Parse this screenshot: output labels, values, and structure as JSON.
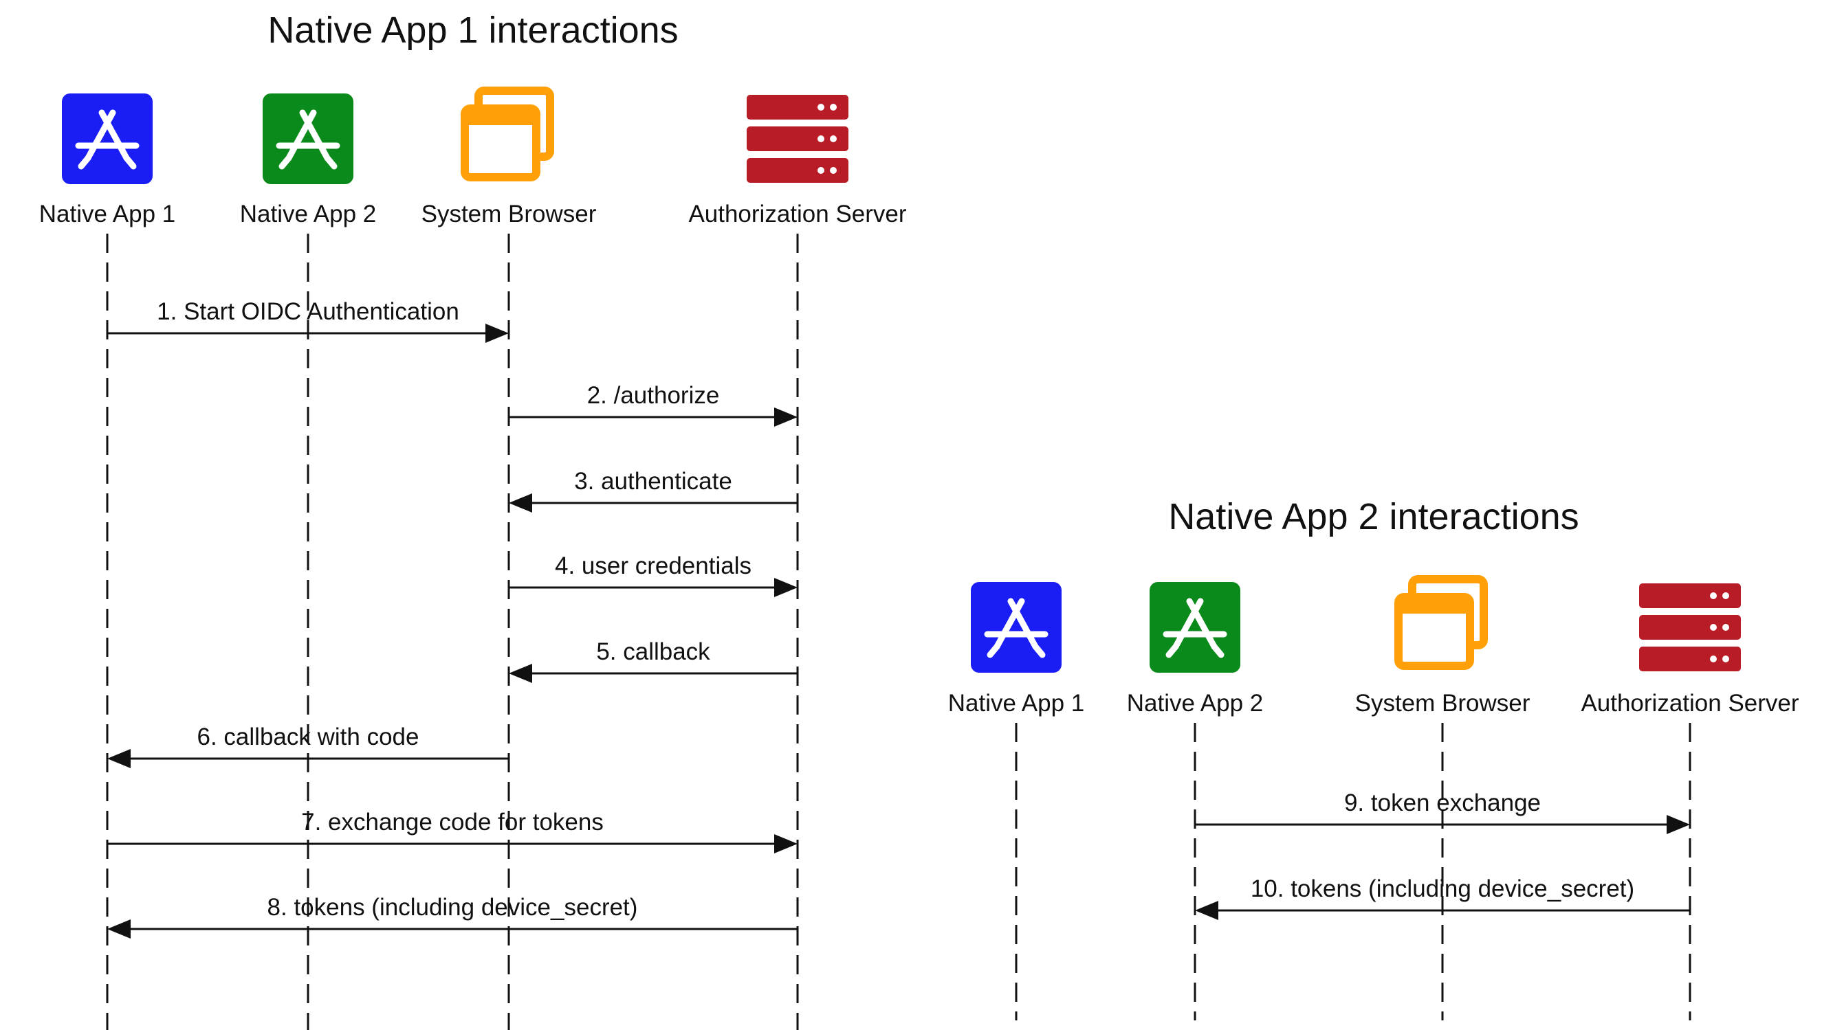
{
  "colors": {
    "app1_blue": "#1a1ef5",
    "app2_green": "#0a8a1a",
    "browser_orange": "#ffa008",
    "server_red": "#b71c27",
    "line": "#111111"
  },
  "icons": {
    "native_app_1": "app-store-icon-blue",
    "native_app_2": "app-store-icon-green",
    "system_browser": "browser-windows-icon",
    "authorization_server": "server-rack-icon"
  },
  "panel1": {
    "title": "Native App 1 interactions",
    "actors": [
      {
        "id": "app1",
        "label": "Native App 1"
      },
      {
        "id": "app2",
        "label": "Native App 2"
      },
      {
        "id": "browser",
        "label": "System Browser"
      },
      {
        "id": "server",
        "label": "Authorization Server"
      }
    ],
    "messages": [
      {
        "from": "app1",
        "to": "browser",
        "label": "1. Start OIDC Authentication"
      },
      {
        "from": "browser",
        "to": "server",
        "label": "2. /authorize"
      },
      {
        "from": "server",
        "to": "browser",
        "label": "3. authenticate"
      },
      {
        "from": "browser",
        "to": "server",
        "label": "4. user credentials"
      },
      {
        "from": "server",
        "to": "browser",
        "label": "5. callback"
      },
      {
        "from": "browser",
        "to": "app1",
        "label": "6. callback with code"
      },
      {
        "from": "app1",
        "to": "server",
        "label": "7. exchange code for tokens"
      },
      {
        "from": "server",
        "to": "app1",
        "label": "8. tokens (including device_secret)"
      }
    ]
  },
  "panel2": {
    "title": "Native App 2 interactions",
    "actors": [
      {
        "id": "app1",
        "label": "Native App 1"
      },
      {
        "id": "app2",
        "label": "Native App 2"
      },
      {
        "id": "browser",
        "label": "System Browser"
      },
      {
        "id": "server",
        "label": "Authorization Server"
      }
    ],
    "messages": [
      {
        "from": "app2",
        "to": "server",
        "label": "9. token exchange"
      },
      {
        "from": "server",
        "to": "app2",
        "label": "10. tokens (including device_secret)"
      }
    ]
  }
}
